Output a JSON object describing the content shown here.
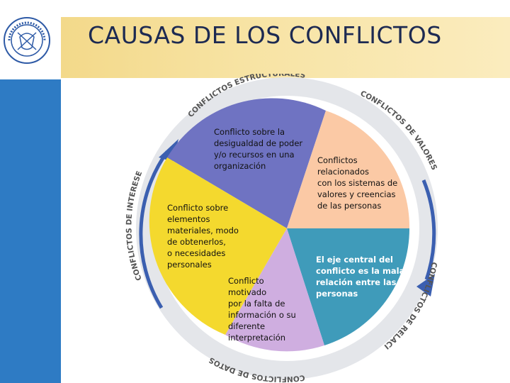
{
  "title": "CAUSAS DE LOS CONFLICTOS",
  "colors": {
    "sidebar": "#2e7bc4",
    "title_band": "#f7e3a3",
    "title_text": "#1d2a52",
    "slice_structural": "#6f73c2",
    "slice_values": "#fbc9a5",
    "slice_relation": "#3f9bba",
    "slice_data": "#cfaee0",
    "slice_interests": "#f4d92e",
    "ring": "#dfe2e8"
  },
  "ring_labels": {
    "structural": "CONFLICTOS ESTRUCTURALES",
    "values": "CONFLICTOS DE VALORES",
    "relation": "CONFLICTOS DE RELACIÓN",
    "data": "CONFLICTOS DE DATOS",
    "interests": "CONFLICTOS DE INTERESES"
  },
  "slices": {
    "structural": "Conflicto sobre la\ndesigualdad de poder\ny/o recursos en una\norganización",
    "values": "Conflictos\nrelacionados\ncon los sistemas de\nvalores y creencias\nde las personas",
    "relation": "El eje central del\nconflicto es la mala\nrelación entre las\npersonas",
    "data": "Conflicto\nmotivado\npor la falta de\ninformación o su\ndiferente\ninterpretación",
    "interests": "Conflicto sobre\nelementos\nmateriales, modo\nde obtenerlos,\no necesidades\npersonales"
  }
}
